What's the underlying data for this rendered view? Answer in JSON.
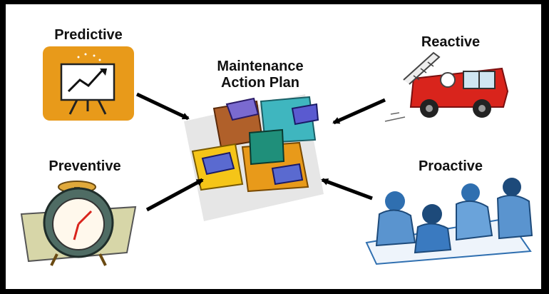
{
  "center": {
    "line1": "Maintenance",
    "line2": "Action Plan"
  },
  "nodes": {
    "predictive": "Predictive",
    "reactive": "Reactive",
    "preventive": "Preventive",
    "proactive": "Proactive"
  },
  "icons": {
    "predictive": "presentation-chart-icon",
    "reactive": "fire-truck-icon",
    "preventive": "alarm-clock-icon",
    "proactive": "team-planning-icon",
    "center": "puzzle-hands-icon"
  },
  "colors": {
    "orange": "#e89a1a",
    "red": "#d9241c",
    "teal": "#3fb6bf",
    "yellow": "#f5c518",
    "brown": "#b0602a",
    "blue": "#2f6fb0"
  }
}
